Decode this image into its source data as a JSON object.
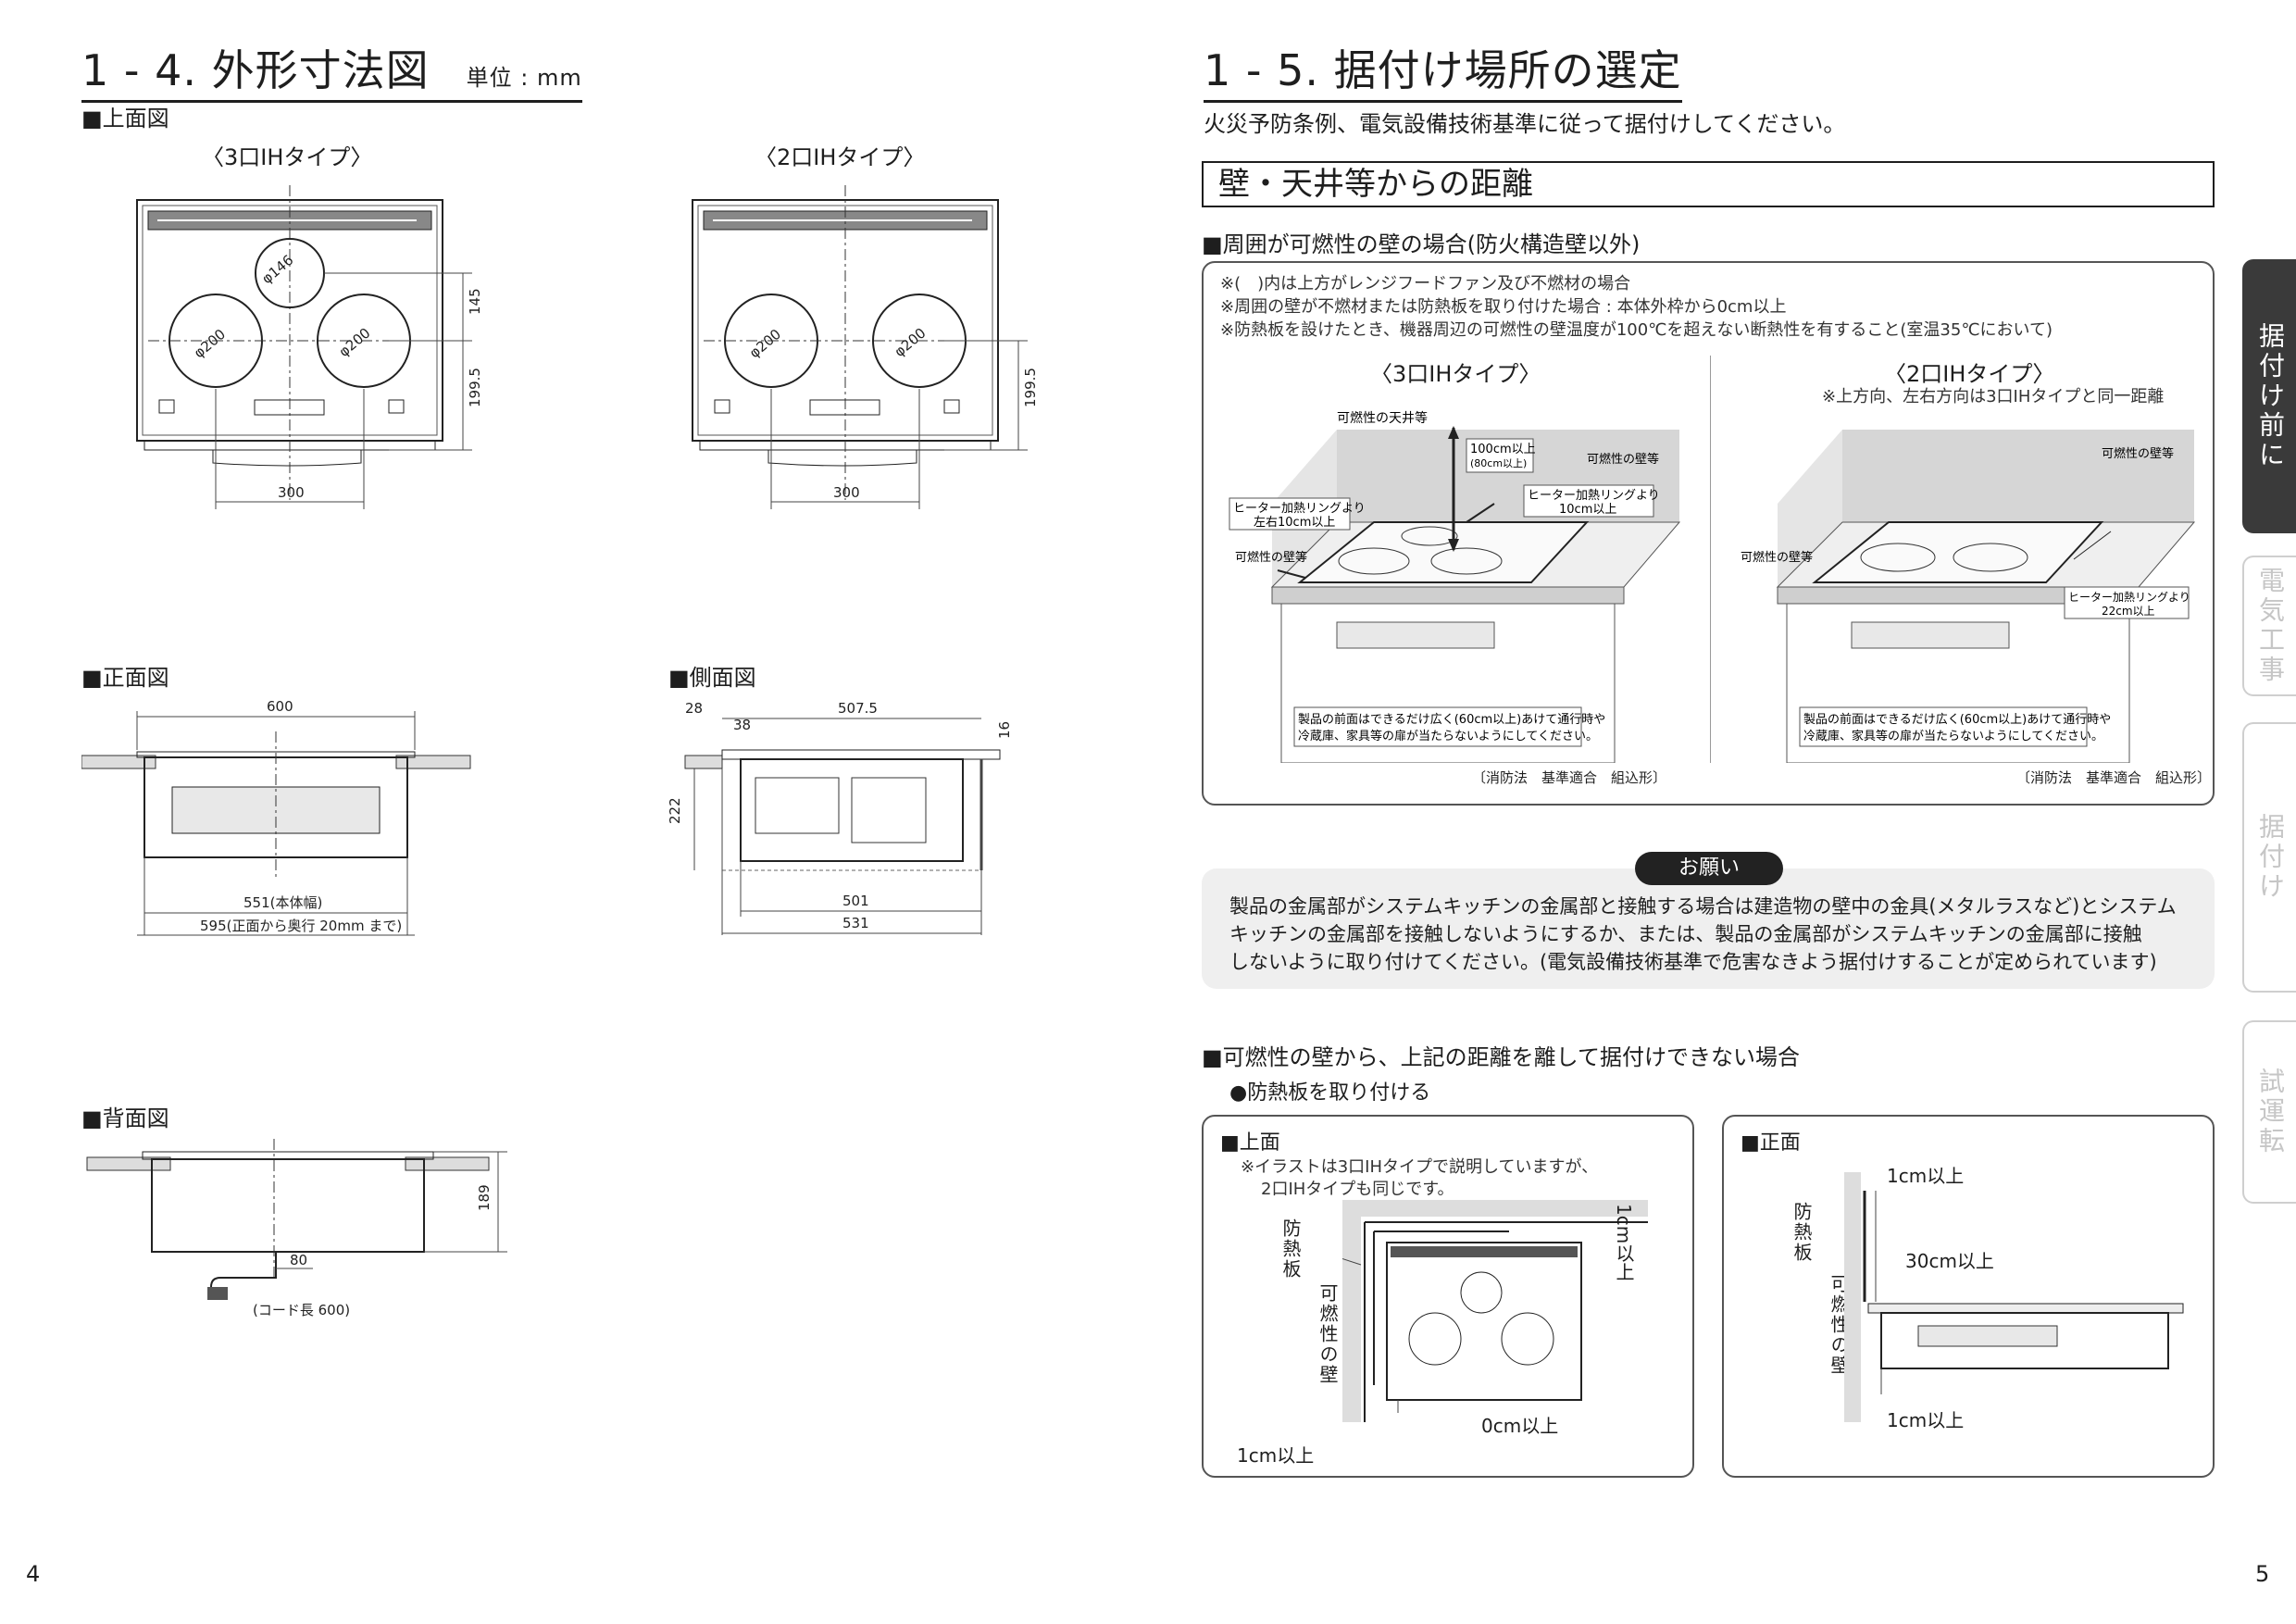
{
  "left": {
    "title": "1 - 4. 外形寸法図",
    "unit": "単位 : mm",
    "top_view": {
      "heading": "■上面図",
      "type3": "〈3口IHタイプ〉",
      "type2": "〈2口IHタイプ〉",
      "d146": "φ146",
      "d200": "φ200",
      "dim145": "145",
      "dim199": "199.5",
      "dim300": "300"
    },
    "front_view": {
      "heading": "■正面図",
      "dim600": "600",
      "dim551": "551(本体幅)",
      "dim595": "595(正面から奥行 20mm まで)"
    },
    "side_view": {
      "heading": "■側面図",
      "dim28": "28",
      "dim38": "38",
      "dim507": "507.5",
      "dim16": "16",
      "dim222": "222",
      "dim501": "501",
      "dim531": "531"
    },
    "back_view": {
      "heading": "■背面図",
      "dim189": "189",
      "dim80": "80",
      "cord": "(コード長 600)"
    },
    "page_number": "4"
  },
  "right": {
    "title": "1 - 5. 据付け場所の選定",
    "intro": "火災予防条例、電気設備技術基準に従って据付けしてください。",
    "section_heading": "壁・天井等からの距離",
    "combustible_heading": "■周囲が可燃性の壁の場合(防火構造壁以外)",
    "notes": [
      "※(　)内は上方がレンジフードファン及び不燃材の場合",
      "※周囲の壁が不燃材または防熱板を取り付けた場合 : 本体外枠から0cm以上",
      "※防熱板を設けたとき、機器周辺の可燃性の壁温度が100℃を超えない断熱性を有すること(室温35℃において)"
    ],
    "type3": "〈3口IHタイプ〉",
    "type2": "〈2口IHタイプ〉",
    "type2_note": "※上方向、左右方向は3口IHタイプと同一距離",
    "fig3": {
      "ceiling": "可燃性の天井等",
      "up": "100cm以上",
      "up_paren": "(80cm以上)",
      "wall_right": "可燃性の壁等",
      "ring_back": "ヒーター加熱リングより",
      "ring_back2": "10cm以上",
      "ring_side": "ヒーター加熱リングより",
      "ring_side2": "左右10cm以上",
      "wall_left": "可燃性の壁等",
      "front1": "製品の前面はできるだけ広く(60cm以上)あけて通行時や",
      "front2": "冷蔵庫、家具等の扉が当たらないようにしてください。",
      "fire": "〔消防法　基準適合　組込形〕"
    },
    "fig2": {
      "wall_right": "可燃性の壁等",
      "wall_left": "可燃性の壁等",
      "ring": "ヒーター加熱リングより",
      "ring2": "22cm以上",
      "front1": "製品の前面はできるだけ広く(60cm以上)あけて通行時や",
      "front2": "冷蔵庫、家具等の扉が当たらないようにしてください。",
      "fire": "〔消防法　基準適合　組込形〕"
    },
    "request": {
      "badge": "お願い",
      "lines": [
        "製品の金属部がシステムキッチンの金属部と接触する場合は建造物の壁中の金具(メタルラスなど)とシステム",
        "キッチンの金属部を接触しないようにするか、または、製品の金属部がシステムキッチンの金属部に接触",
        "しないように取り付けてください。(電気設備技術基準で危害なきよう据付けすることが定められています)"
      ]
    },
    "cannot_heading": "■可燃性の壁から、上記の距離を離して据付けできない場合",
    "bullet": "●防熱板を取り付ける",
    "top_panel": {
      "heading": "■上面",
      "note1": "※イラストは3口IHタイプで説明していますが、",
      "note2": "2口IHタイプも同じです。",
      "plate": "防熱板",
      "wall": "可燃性の壁",
      "d1": "1cm以上",
      "d0": "0cm以上",
      "d1b": "1cm以上"
    },
    "front_panel": {
      "heading": "■正面",
      "d1top": "1cm以上",
      "plate": "防熱板",
      "wall": "可燃性の壁",
      "d30": "30cm以上",
      "d1bottom": "1cm以上"
    },
    "tabs": [
      "据付け前に",
      "電気工事",
      "据付け",
      "試運転"
    ],
    "page_number": "5"
  }
}
